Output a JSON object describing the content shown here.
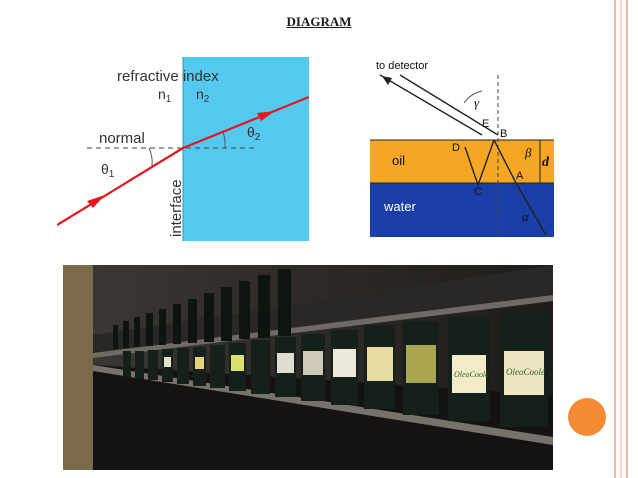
{
  "slide": {
    "title": "DIAGRAM",
    "edge_color_1": "#f2b9a9",
    "edge_color_2": "#f7d4c9",
    "accent_circle_color": "#f58a35"
  },
  "refraction": {
    "refractive_index_label": "refractive index",
    "n1_label": "n",
    "n1_sub": "1",
    "n2_label": "n",
    "n2_sub": "2",
    "normal_label": "normal",
    "interface_label": "interface",
    "theta_label": "θ",
    "theta1_sub": "1",
    "theta2_sub": "2",
    "medium2_color": "#55c8f0",
    "ray_color": "#e3161e"
  },
  "oil_water": {
    "detector_label": "to detector",
    "gamma_label": "γ",
    "beta_label": "β",
    "alpha_label": "α",
    "d_label": "d",
    "oil_label": "oil",
    "water_label": "water",
    "point_a": "A",
    "point_b": "B",
    "point_c": "C",
    "point_d": "D",
    "point_e": "E",
    "oil_color": "#f5a623",
    "water_color": "#1a3fa8"
  },
  "photo": {
    "bottle_label_1": "OleoCoolé",
    "bottle_label_2": "OleoCoolé"
  }
}
